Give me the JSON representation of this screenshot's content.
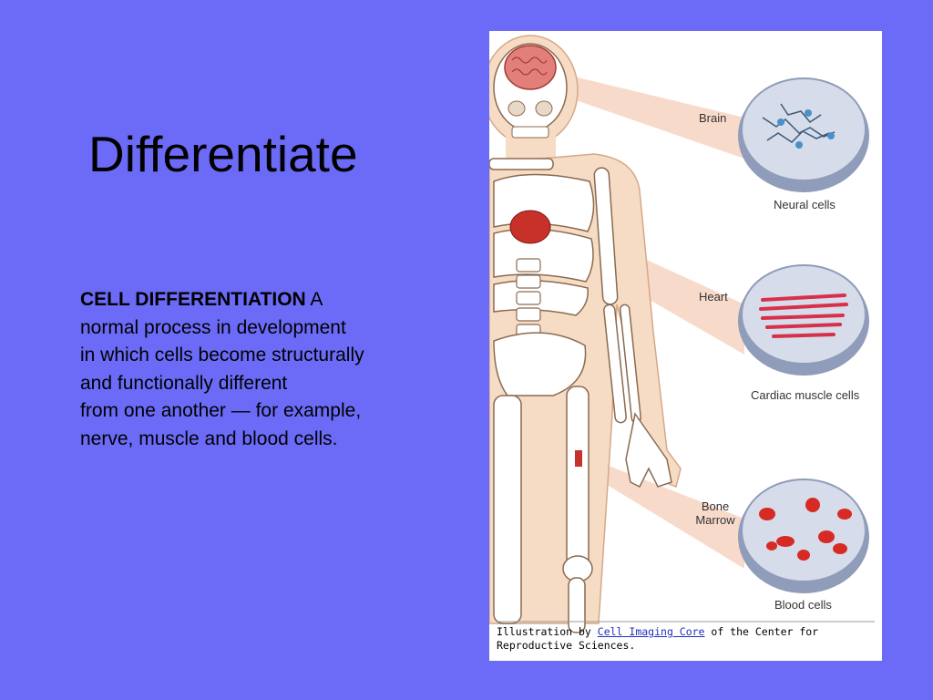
{
  "slide": {
    "title": "Differentiate",
    "definition_term": "CELL DIFFERENTIATION",
    "definition_lines": [
      " A",
      "normal process in development",
      "in which cells become structurally",
      "and functionally different",
      "from one another  — for example,",
      "nerve, muscle and blood cells."
    ]
  },
  "figure": {
    "organs": [
      {
        "organ": "Brain",
        "cells": "Neural cells"
      },
      {
        "organ": "Heart",
        "cells": "Cardiac muscle cells"
      },
      {
        "organ": "Bone Marrow",
        "cells": "Blood cells"
      }
    ],
    "caption": {
      "prefix": "Illustration by ",
      "link": "Cell Imaging Core",
      "suffix": " of the Center for",
      "line2": "Reproductive Sciences."
    }
  },
  "colors": {
    "background": "#6b6bf7",
    "skin": "#f6dcc4",
    "bone": "#ffffff",
    "tissue_red": "#c8302a",
    "dish": "#c4cde0",
    "link": "#2030c0"
  }
}
